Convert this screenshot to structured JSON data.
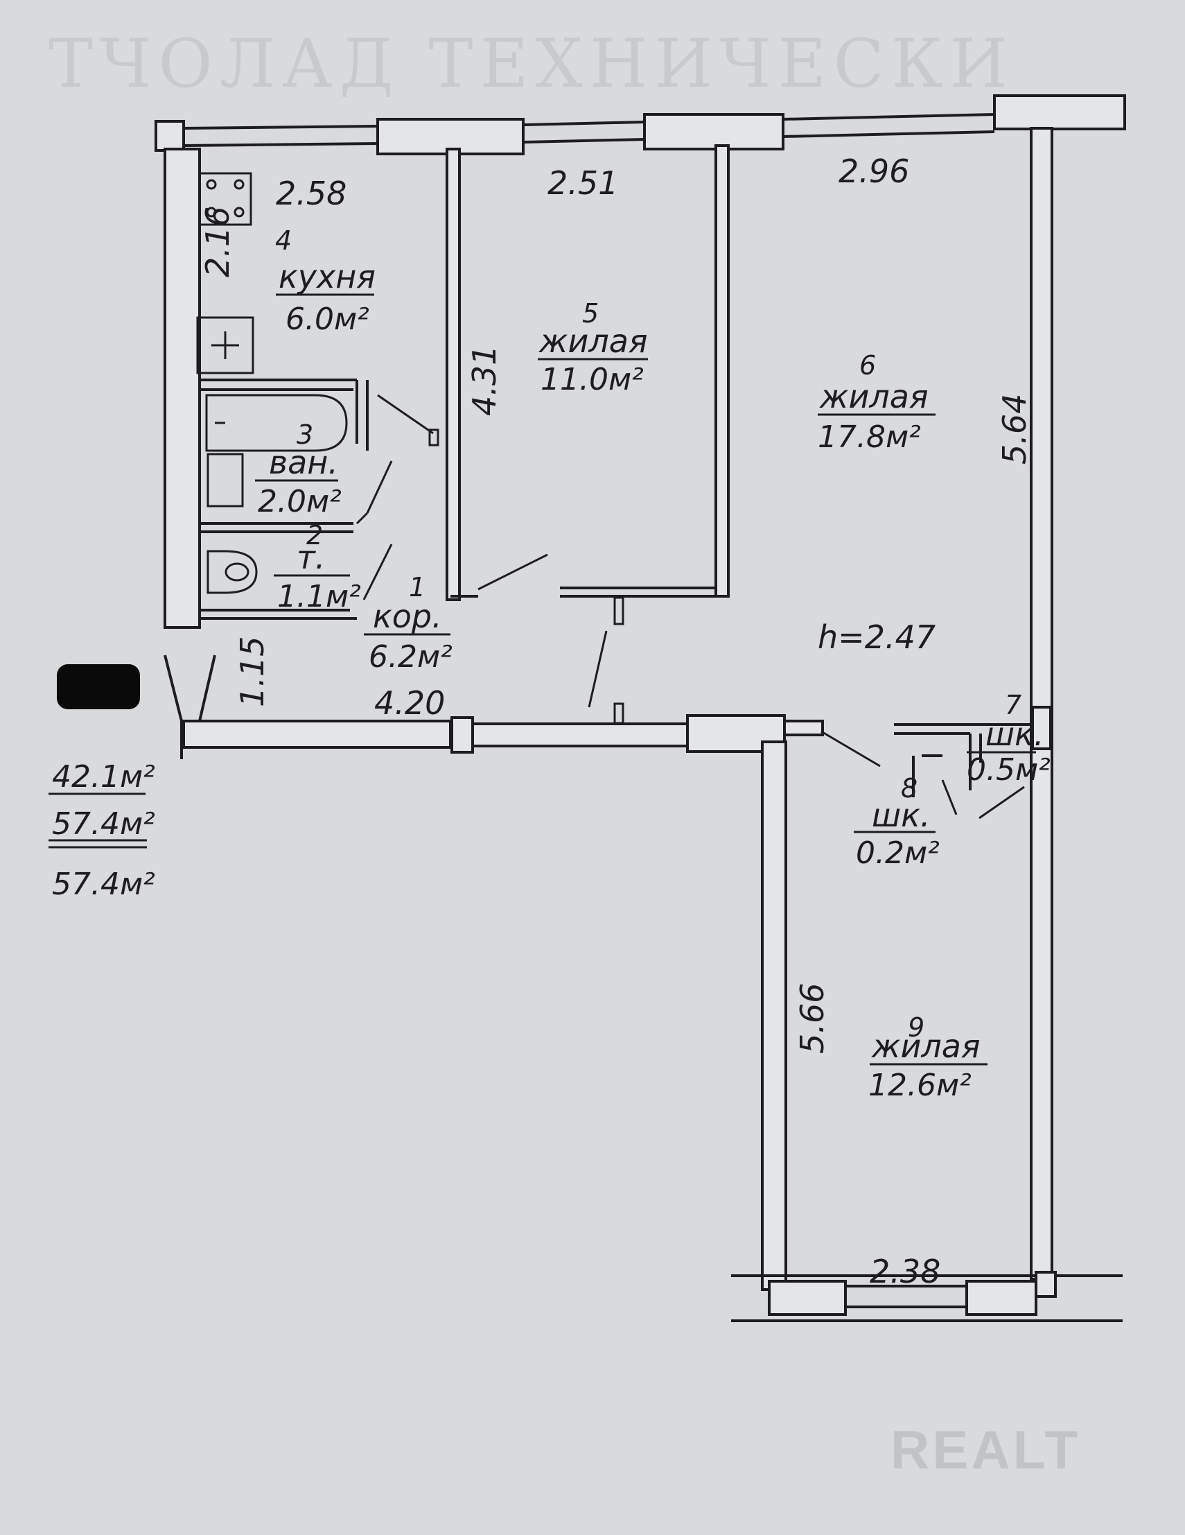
{
  "header_fragment": "ТЧОЛАД ТЕХНИЧЕСКИ",
  "rooms": [
    {
      "id": "kitchen",
      "number": "4",
      "name": "кухня",
      "area": "6.0м²"
    },
    {
      "id": "living5",
      "number": "5",
      "name": "жилая",
      "area": "11.0м²"
    },
    {
      "id": "living6",
      "number": "6",
      "name": "жилая",
      "area": "17.8м²"
    },
    {
      "id": "bath",
      "number": "3",
      "name": "ван.",
      "area": "2.0м²"
    },
    {
      "id": "toilet",
      "number": "2",
      "name": "т.",
      "area": "1.1м²"
    },
    {
      "id": "corridor",
      "number": "1",
      "name": "кор.",
      "area": "6.2м²"
    },
    {
      "id": "closet7",
      "number": "7",
      "name": "шк.",
      "area": "0.5м²"
    },
    {
      "id": "closet8",
      "number": "8",
      "name": "шк.",
      "area": "0.2м²"
    },
    {
      "id": "living9",
      "number": "9",
      "name": "жилая",
      "area": "12.6м²"
    }
  ],
  "dimensions": {
    "kitchen_width": "2.58",
    "kitchen_depth": "2.16",
    "room5_width": "2.51",
    "room5_depth": "4.31",
    "room6_width": "2.96",
    "room6_depth": "5.64",
    "corridor_width": "1.15",
    "corridor_length": "4.20",
    "room9_depth": "5.66",
    "room9_width": "2.38"
  },
  "ceiling_height": "h=2.47",
  "totals": {
    "living_area": "42.1м²",
    "total_area": "57.4м²",
    "total_area_with_balcony": "57.4м²"
  },
  "watermark": "REALT"
}
